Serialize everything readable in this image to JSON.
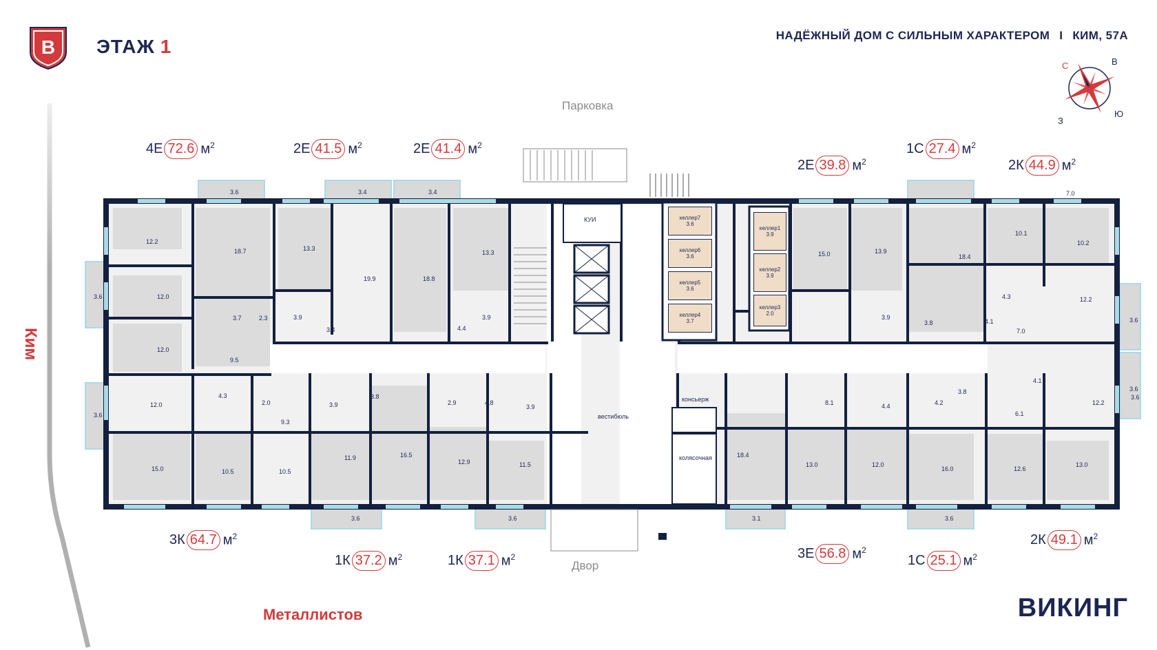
{
  "header": {
    "floor_word": "ЭТАЖ",
    "floor_number": "1",
    "tagline": "НАДЁЖНЫЙ ДОМ С СИЛЬНЫМ ХАРАКТЕРОМ",
    "separator": "I",
    "address": "КИМ, 57А",
    "logo_letter": "В"
  },
  "compass": {
    "north": "С",
    "east": "В",
    "south": "Ю",
    "west": "З"
  },
  "streets": {
    "left": "Ким",
    "bottom": "Металлистов"
  },
  "sides": {
    "top": "Парковка",
    "bottom": "Двор"
  },
  "brand": "ВИКИНГ",
  "unit_text": "м",
  "unit_sup": "2",
  "colors": {
    "accent": "#d33a3c",
    "navy": "#1c2653",
    "wall": "#13203f",
    "room": "#f1f1f1",
    "room_dark": "#dcdcdc",
    "balcony": "#d9d9d9",
    "window": "#a9dbe8",
    "keller": "#f0ddc8"
  },
  "apartments_top": [
    {
      "code": "4Е",
      "area": "72.6"
    },
    {
      "code": "2Е",
      "area": "41.5"
    },
    {
      "code": "2Е",
      "area": "41.4"
    },
    {
      "code": "2Е",
      "area": "39.8"
    },
    {
      "code": "1С",
      "area": "27.4"
    },
    {
      "code": "2К",
      "area": "44.9"
    }
  ],
  "apartments_bottom": [
    {
      "code": "3К",
      "area": "64.7"
    },
    {
      "code": "1К",
      "area": "37.2"
    },
    {
      "code": "1К",
      "area": "37.1"
    },
    {
      "code": "3Е",
      "area": "56.8"
    },
    {
      "code": "1С",
      "area": "25.1"
    },
    {
      "code": "2К",
      "area": "49.1"
    }
  ],
  "common_rooms": {
    "kui": "КУИ",
    "vestibule": "вестибюль",
    "concierge": "консьерж",
    "stroller": "колясочная"
  },
  "kellers": [
    {
      "name": "келлер7",
      "area": "3.6"
    },
    {
      "name": "келлер6",
      "area": "3.6"
    },
    {
      "name": "келлер5",
      "area": "3.6"
    },
    {
      "name": "келлер4",
      "area": "3.7"
    },
    {
      "name": "келлер1",
      "area": "3.9"
    },
    {
      "name": "келлер2",
      "area": "3.9"
    },
    {
      "name": "келлер3",
      "area": "2.0"
    }
  ],
  "rooms": [
    "12.2",
    "18.7",
    "13.3",
    "19.9",
    "18.8",
    "13.3",
    "3.6",
    "12.0",
    "12.0",
    "3.7",
    "2.3",
    "3.9",
    "3.4",
    "4.4",
    "3.9",
    "9.5",
    "3.6",
    "12.0",
    "4.3",
    "2.0",
    "9.3",
    "3.9",
    "3.8",
    "2.9",
    "4.8",
    "3.9",
    "15.0",
    "10.5",
    "10.5",
    "11.9",
    "16.5",
    "12.9",
    "11.5",
    "3.6",
    "3.6",
    "3.6",
    "15.0",
    "13.9",
    "18.4",
    "10.1",
    "10.2",
    "4.3",
    "12.2",
    "7.0",
    "3.9",
    "3.8",
    "4.1",
    "7.0",
    "3.6",
    "8.1",
    "4.4",
    "4.2",
    "3.8",
    "4.1",
    "12.2",
    "3.6",
    "6.1",
    "18.4",
    "13.0",
    "12.0",
    "16.0",
    "12.6",
    "13.0",
    "3.1",
    "3.6",
    "3.6",
    "3.4",
    "3.4"
  ]
}
